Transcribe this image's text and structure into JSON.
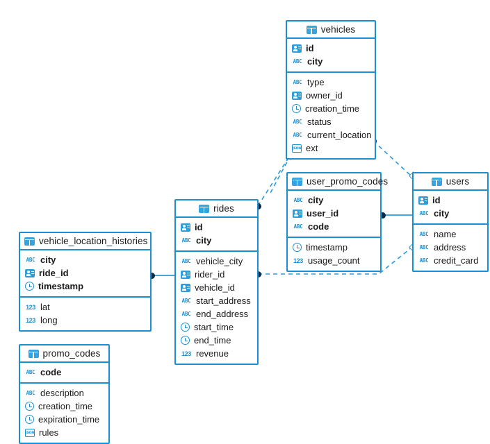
{
  "diagram": {
    "title": "database-er-diagram",
    "accent_color": "#1b8fd2",
    "icon_color": "#2f9ddb",
    "line_color": "#2a9bd9",
    "dot_color": "#0b2b49",
    "background": "#ffffff"
  },
  "icon_labels": {
    "table": "table-icon",
    "id": "id-key-icon",
    "abc": "ABC",
    "num": "123",
    "clock": "clock-icon",
    "json": "JSON"
  },
  "tables": [
    {
      "name": "vehicles",
      "keys": [
        {
          "label": "id",
          "type": "id"
        },
        {
          "label": "city",
          "type": "abc"
        }
      ],
      "fields": [
        {
          "label": "type",
          "type": "abc"
        },
        {
          "label": "owner_id",
          "type": "id"
        },
        {
          "label": "creation_time",
          "type": "clock"
        },
        {
          "label": "status",
          "type": "abc"
        },
        {
          "label": "current_location",
          "type": "abc"
        },
        {
          "label": "ext",
          "type": "json"
        }
      ]
    },
    {
      "name": "user_promo_codes",
      "keys": [
        {
          "label": "city",
          "type": "abc"
        },
        {
          "label": "user_id",
          "type": "id"
        },
        {
          "label": "code",
          "type": "abc"
        }
      ],
      "fields": [
        {
          "label": "timestamp",
          "type": "clock"
        },
        {
          "label": "usage_count",
          "type": "num"
        }
      ]
    },
    {
      "name": "users",
      "keys": [
        {
          "label": "id",
          "type": "id"
        },
        {
          "label": "city",
          "type": "abc"
        }
      ],
      "fields": [
        {
          "label": "name",
          "type": "abc"
        },
        {
          "label": "address",
          "type": "abc"
        },
        {
          "label": "credit_card",
          "type": "abc"
        }
      ]
    },
    {
      "name": "rides",
      "keys": [
        {
          "label": "id",
          "type": "id"
        },
        {
          "label": "city",
          "type": "abc"
        }
      ],
      "fields": [
        {
          "label": "vehicle_city",
          "type": "abc"
        },
        {
          "label": "rider_id",
          "type": "id"
        },
        {
          "label": "vehicle_id",
          "type": "id"
        },
        {
          "label": "start_address",
          "type": "abc"
        },
        {
          "label": "end_address",
          "type": "abc"
        },
        {
          "label": "start_time",
          "type": "clock"
        },
        {
          "label": "end_time",
          "type": "clock"
        },
        {
          "label": "revenue",
          "type": "num"
        }
      ]
    },
    {
      "name": "vehicle_location_histories",
      "keys": [
        {
          "label": "city",
          "type": "abc"
        },
        {
          "label": "ride_id",
          "type": "id"
        },
        {
          "label": "timestamp",
          "type": "clock"
        }
      ],
      "fields": [
        {
          "label": "lat",
          "type": "num"
        },
        {
          "label": "long",
          "type": "num"
        }
      ]
    },
    {
      "name": "promo_codes",
      "keys": [
        {
          "label": "code",
          "type": "abc"
        }
      ],
      "fields": [
        {
          "label": "description",
          "type": "abc"
        },
        {
          "label": "creation_time",
          "type": "clock"
        },
        {
          "label": "expiration_time",
          "type": "clock"
        },
        {
          "label": "rules",
          "type": "json"
        }
      ]
    }
  ],
  "relationships": [
    {
      "from": "vehicles",
      "to": "users",
      "style": "dashed"
    },
    {
      "from": "vehicles",
      "to": "user_promo_codes",
      "style": "dashed"
    },
    {
      "from": "rides",
      "to": "vehicles",
      "style": "dashed"
    },
    {
      "from": "rides",
      "to": "users",
      "style": "dashed"
    },
    {
      "from": "vehicle_location_histories",
      "to": "rides",
      "style": "solid"
    },
    {
      "from": "user_promo_codes",
      "to": "users",
      "style": "solid"
    }
  ]
}
